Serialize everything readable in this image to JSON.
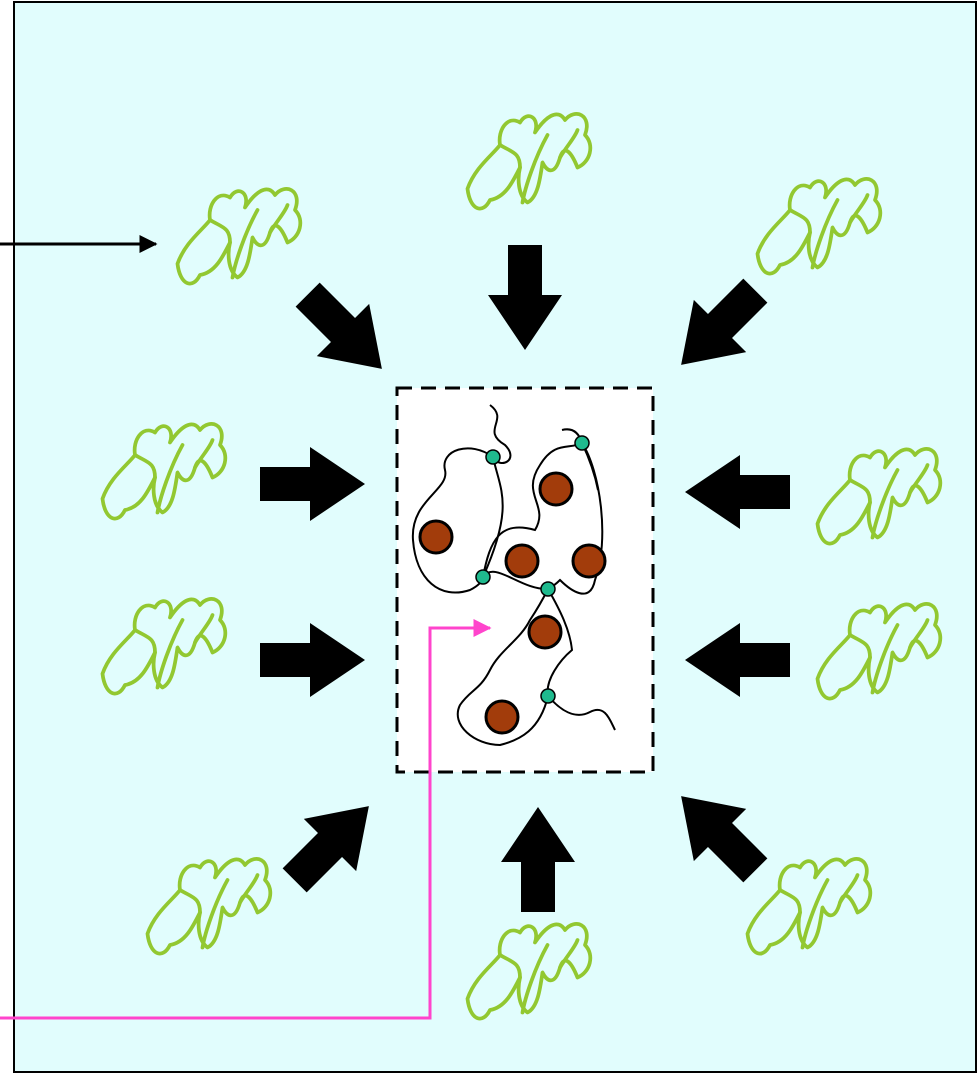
{
  "diagram": {
    "colors": {
      "background": "#e1fdfd",
      "frame": "#000000",
      "molecule_stroke": "#92c831",
      "arrow_fill": "#000000",
      "gel_box_fill": "#ffffff",
      "gel_box_border": "#000000",
      "crosslink": "#1fba8e",
      "particle_fill": "#a23c0b",
      "black_pointer": "#000000",
      "pink_pointer": "#ff44cc"
    },
    "icons": {
      "molecule": "folded-chain-icon",
      "arrow": "block-arrow-icon",
      "crosslink": "crosslink-dot-icon",
      "particle": "particle-icon"
    },
    "molecule_count": 10,
    "inward_arrow_count": 10,
    "crosslink_count": 5,
    "particle_count": 6
  }
}
